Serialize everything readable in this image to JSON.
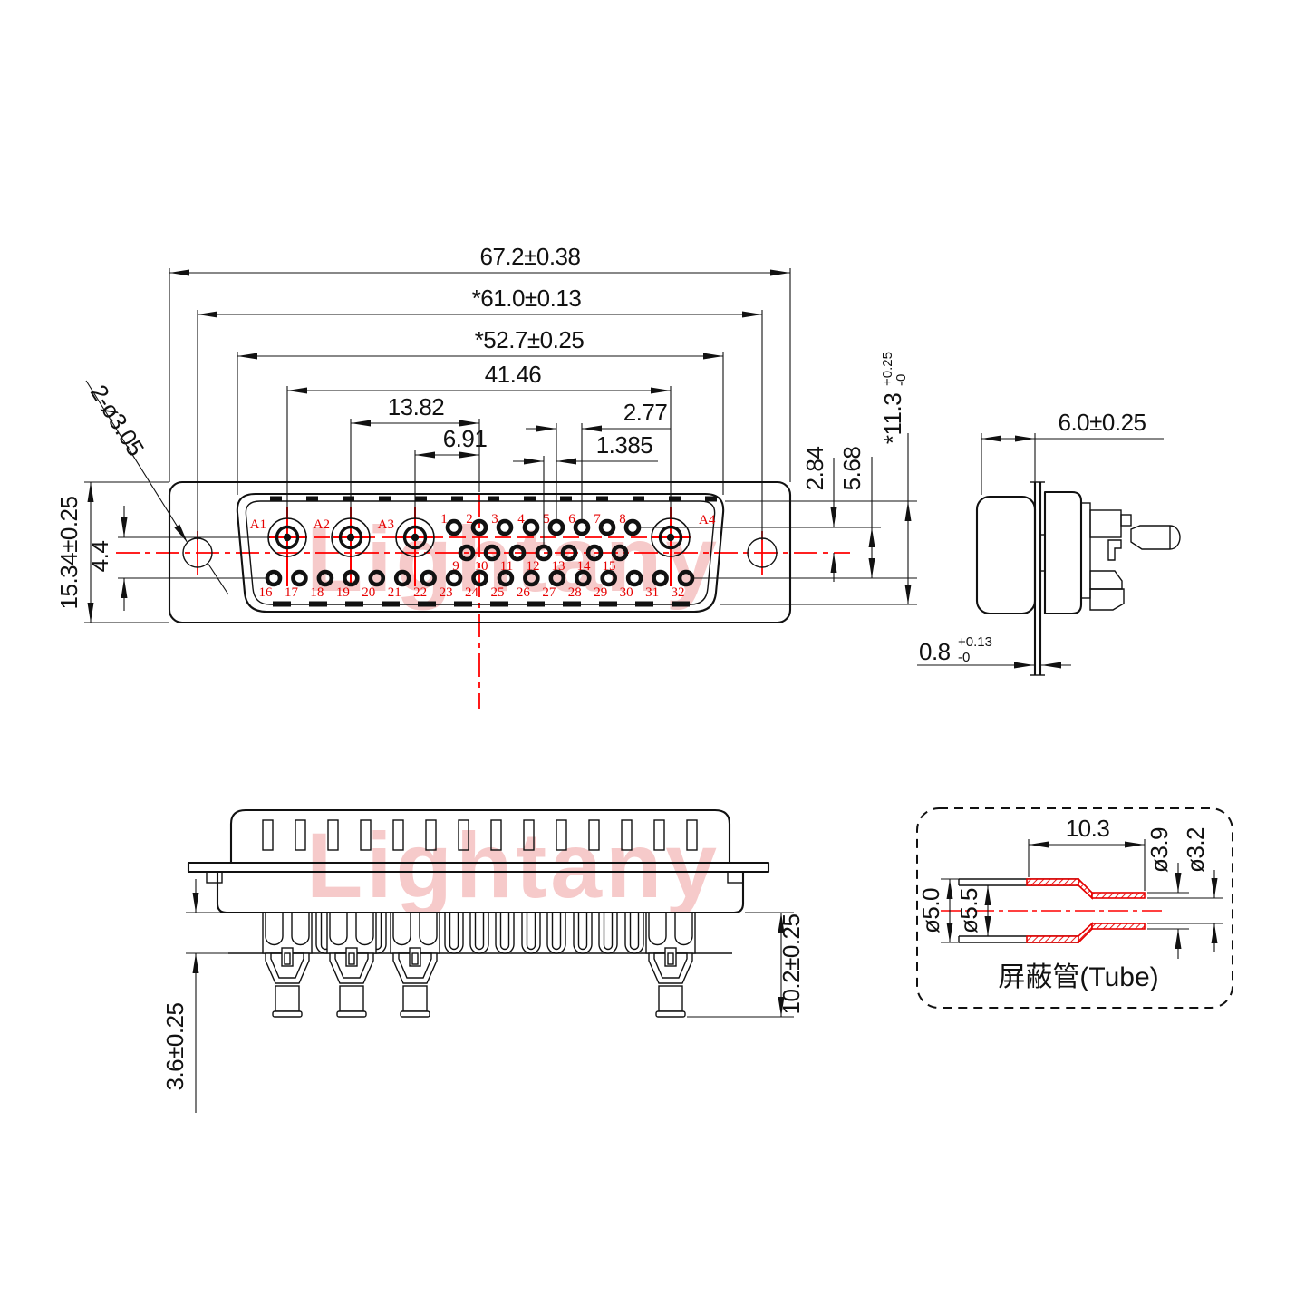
{
  "watermark": {
    "text": "Lightany",
    "color": "#f6caca"
  },
  "colors": {
    "line": "#111111",
    "centerline": "#ff0000",
    "pin_label": "#e60000"
  },
  "front": {
    "dim_overall_width": "67.2±0.38",
    "dim_mount_hole_span": "*61.0±0.13",
    "dim_shell_width": "*52.7±0.25",
    "dim_coax_span": "41.46",
    "dim_coax_pitch": "13.82",
    "dim_coax_half_pitch": "6.91",
    "dim_pin_pitch": "2.77",
    "dim_row_offset": "1.385",
    "dim_mount_holes": "2-ø3.05",
    "dim_flange_height": "15.34±0.25",
    "dim_row_span": "4.4",
    "dim_top_row_to_axis": "2.84",
    "dim_top_to_bottom_row": "5.68",
    "dim_shell_height": "*11.3",
    "dim_shell_height_tol_upper": "+0.25",
    "dim_shell_height_tol_lower": "-0",
    "coax_pin_labels": [
      "A1",
      "A2",
      "A3",
      "A4"
    ],
    "pin_numbers_top_row": [
      "1",
      "2",
      "3",
      "4",
      "5",
      "6",
      "7",
      "8"
    ],
    "pin_numbers_middle_row": [
      "9",
      "10",
      "11",
      "12",
      "13",
      "14",
      "15"
    ],
    "pin_numbers_bottom_row": [
      "16",
      "17",
      "18",
      "19",
      "20",
      "21",
      "22",
      "23",
      "24",
      "25",
      "26",
      "27",
      "28",
      "29",
      "30",
      "31",
      "32"
    ]
  },
  "side": {
    "dim_depth": "6.0±0.25",
    "dim_flange_thickness": "0.8",
    "dim_flange_thickness_tol_upper": "+0.13",
    "dim_flange_thickness_tol_lower": "-0"
  },
  "rear": {
    "dim_small_pin_length": "3.6±0.25",
    "dim_overall_pin_length": "10.2±0.25"
  },
  "tube": {
    "dim_length": "10.3",
    "dim_small_od": "ø3.9",
    "dim_small_id": "ø3.2",
    "dim_large_od": "ø5.0",
    "dim_large_id": "ø5.5",
    "label": "屏蔽管(Tube)"
  }
}
